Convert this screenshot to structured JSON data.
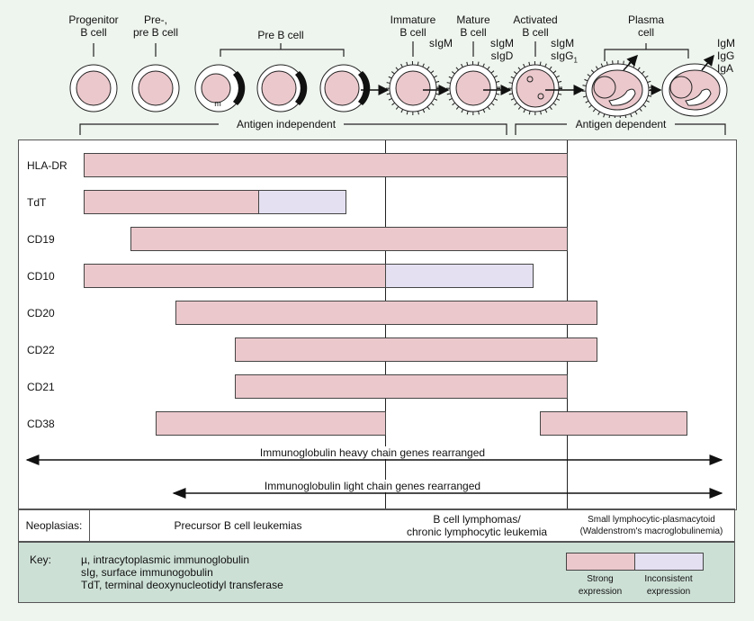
{
  "stages": {
    "progenitor": "Progenitor\nB cell",
    "pre_pre": "Pre-,\npre B cell",
    "pre_b": "Pre B cell",
    "immature": "Immature\nB cell",
    "mature": "Mature\nB cell",
    "activated": "Activated\nB cell",
    "plasma": "Plasma\ncell"
  },
  "cell_marks": {
    "mu": "m",
    "immature_ig": "sIgM",
    "mature_ig": "sIgM\nsIgD",
    "activated_ig_1": "sIgM",
    "activated_ig_2": "sIgG",
    "activated_ig_sub": "1",
    "plasma_ig": "IgM\nIgG\nIgA"
  },
  "phases": {
    "independent": "Antigen independent",
    "dependent": "Antigen dependent"
  },
  "markers": [
    {
      "name": "HLA-DR",
      "expression": [
        "Strong"
      ]
    },
    {
      "name": "TdT",
      "expression": [
        "Strong",
        "Inconsistent"
      ]
    },
    {
      "name": "CD19",
      "expression": [
        "Strong"
      ]
    },
    {
      "name": "CD10",
      "expression": [
        "Strong",
        "Inconsistent"
      ]
    },
    {
      "name": "CD20",
      "expression": [
        "Strong"
      ]
    },
    {
      "name": "CD22",
      "expression": [
        "Strong"
      ]
    },
    {
      "name": "CD21",
      "expression": [
        "Strong"
      ]
    },
    {
      "name": "CD38",
      "expression": [
        "Strong",
        "Strong"
      ]
    }
  ],
  "arrows": {
    "heavy": "Immunoglobulin heavy chain genes rearranged",
    "light": "Immunoglobulin light chain genes rearranged"
  },
  "neoplasias": {
    "label": "Neoplasias:",
    "precursor": "Precursor B cell leukemias",
    "lymphoma": "B cell lymphomas/\nchronic lymphocytic leukemia",
    "small": "Small lymphocytic-plasmacytoid\n(Waldenstrom's macroglobulinemia)"
  },
  "key": {
    "label": "Key:",
    "lines": [
      "µ, intracytoplasmic immunoglobulin",
      "sIg, surface immunogobulin",
      "TdT, terminal deoxynucleotidyl transferase"
    ],
    "strong": "Strong\nexpression",
    "inconsistent": "Inconsistent\nexpression"
  },
  "colors": {
    "strong": "#ebc8cc",
    "inconsistent": "#e4e0f2",
    "background": "#eef4ee",
    "key_bg": "#cde0d6"
  }
}
